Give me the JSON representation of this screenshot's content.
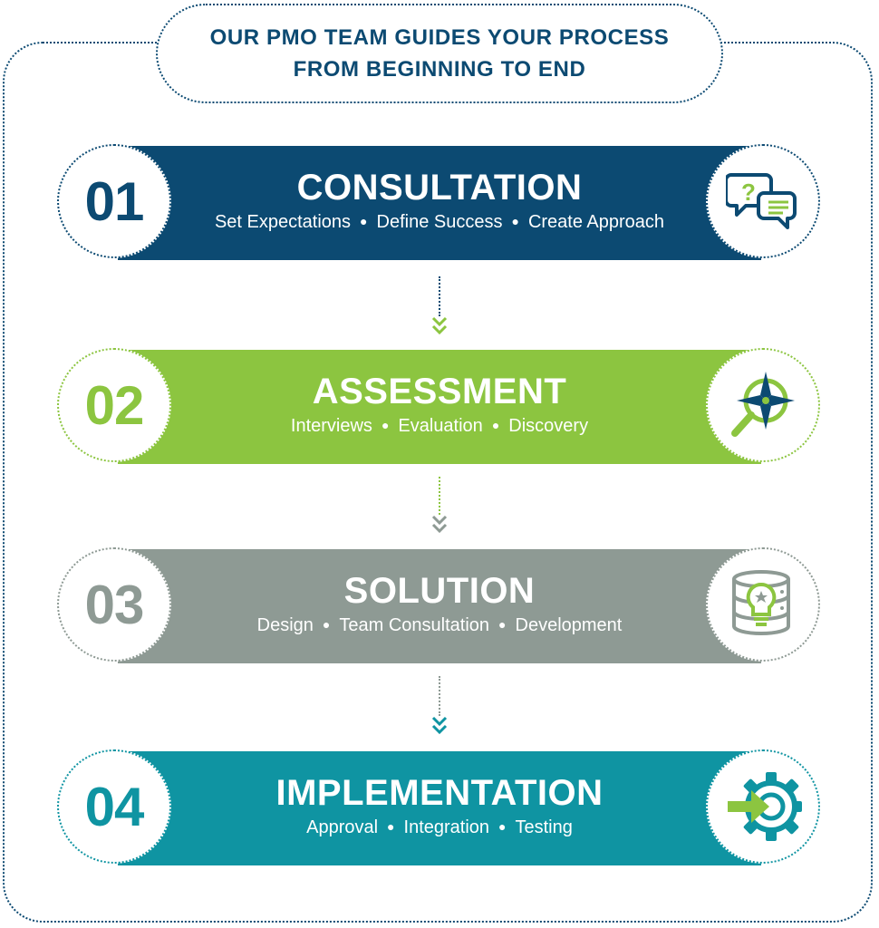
{
  "title": {
    "line1": "OUR PMO TEAM GUIDES YOUR PROCESS",
    "line2": "FROM BEGINNING TO END"
  },
  "steps": [
    {
      "number": "01",
      "heading": "CONSULTATION",
      "items": [
        "Set Expectations",
        "Define Success",
        "Create Approach"
      ],
      "color": "#0c4a72",
      "icon": "chat-bubbles-question-icon"
    },
    {
      "number": "02",
      "heading": "ASSESSMENT",
      "items": [
        "Interviews",
        "Evaluation",
        "Discovery"
      ],
      "color": "#8cc540",
      "icon": "magnifier-compass-icon"
    },
    {
      "number": "03",
      "heading": "SOLUTION",
      "items": [
        "Design",
        "Team Consultation",
        "Development"
      ],
      "color": "#8e9a94",
      "icon": "database-lightbulb-icon"
    },
    {
      "number": "04",
      "heading": "IMPLEMENTATION",
      "items": [
        "Approval",
        "Integration",
        "Testing"
      ],
      "color": "#0f94a2",
      "icon": "gear-arrow-icon"
    }
  ],
  "colors": {
    "navy": "#0c4a72",
    "green": "#8cc540",
    "gray": "#8e9a94",
    "teal": "#0f94a2"
  }
}
